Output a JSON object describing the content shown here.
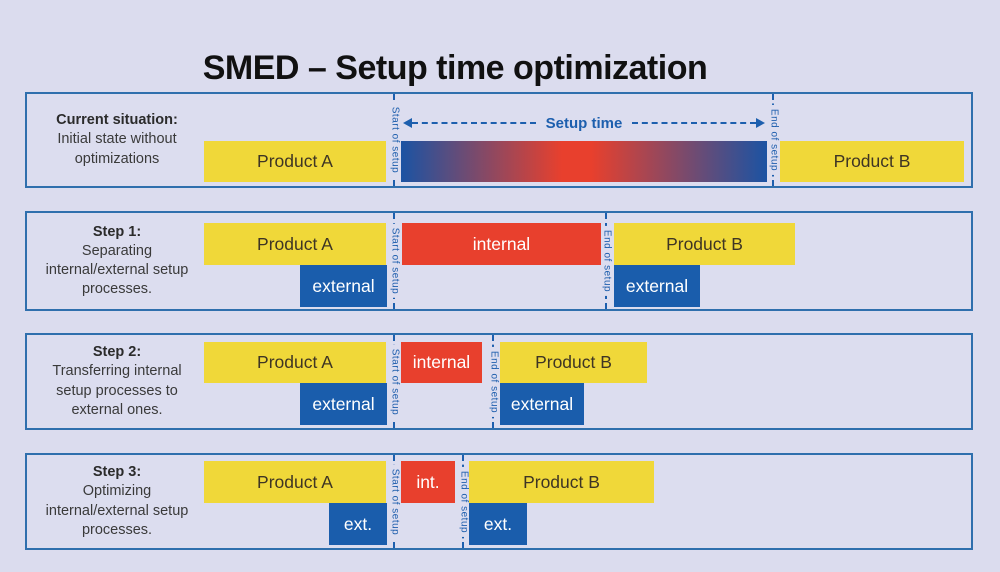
{
  "title": "SMED – Setup time optimization",
  "setup_time_label": "Setup time",
  "markers": {
    "start": "Start of setup",
    "end": "End of setup"
  },
  "colors": {
    "background": "#dbdcee",
    "panel_border": "#2f6fad",
    "product_yellow": "#f0d839",
    "external_blue": "#1a5dac",
    "internal_red": "#e8402d",
    "accent_blue": "#1d5fae"
  },
  "panels": [
    {
      "heading": "Current situation:",
      "description": "Initial state without optimizations",
      "product_a": "Product A",
      "product_b": "Product B"
    },
    {
      "heading": "Step 1:",
      "description": "Separating internal/external setup processes.",
      "product_a": "Product A",
      "internal": "internal",
      "external_a": "external",
      "product_b": "Product B",
      "external_b": "external"
    },
    {
      "heading": "Step 2:",
      "description": "Transferring internal setup processes to external ones.",
      "product_a": "Product A",
      "internal": "internal",
      "external_a": "external",
      "product_b": "Product B",
      "external_b": "external"
    },
    {
      "heading": "Step 3:",
      "description": "Optimizing internal/external setup processes.",
      "product_a": "Product A",
      "internal": "int.",
      "external_a": "ext.",
      "product_b": "Product B",
      "external_b": "ext."
    }
  ]
}
